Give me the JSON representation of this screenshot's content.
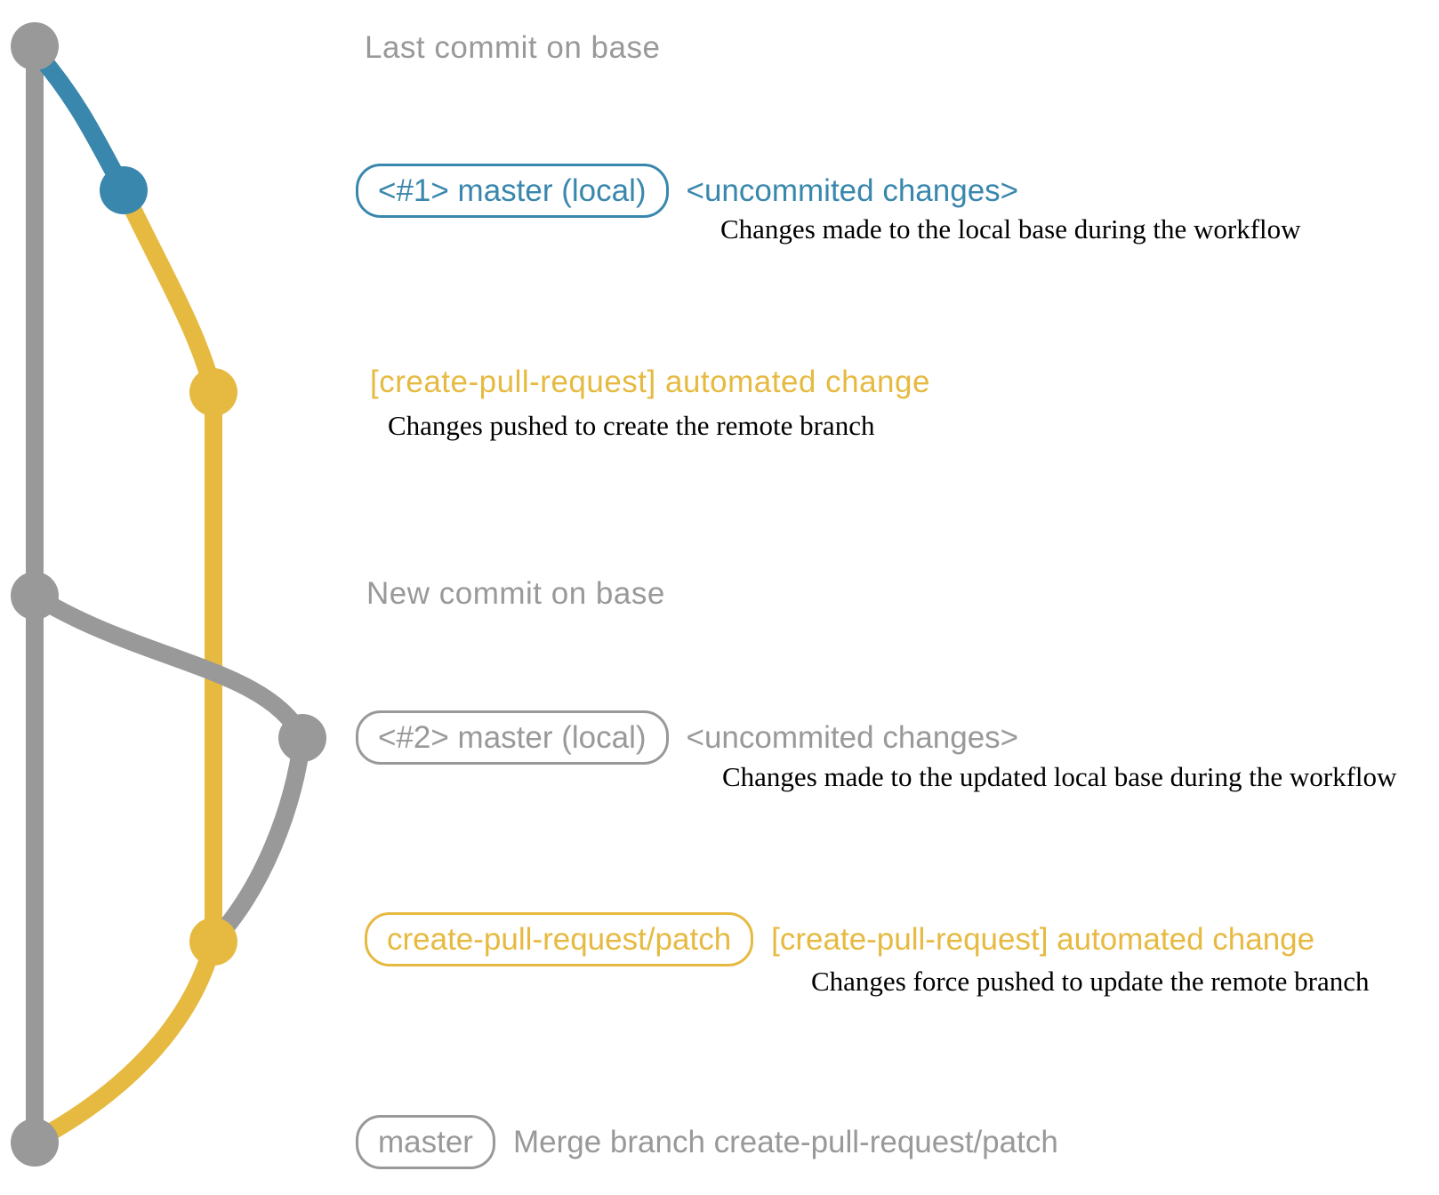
{
  "colors": {
    "base_gray": "#999999",
    "local_blue": "#3a87ad",
    "branch_yellow": "#e6ba41",
    "caption_black": "#000000"
  },
  "graph": {
    "commit_dot_colors_top_to_bottom": [
      "base_gray",
      "local_blue",
      "branch_yellow",
      "base_gray",
      "base_gray",
      "branch_yellow",
      "base_gray"
    ]
  },
  "annotations": {
    "last_commit_note": "Last commit on base",
    "new_commit_note": "New commit on base",
    "row_master_local_1": {
      "badge": "<#1> master (local)",
      "label": "<uncommited changes>",
      "caption": "Changes made to the local base during the workflow"
    },
    "row_push": {
      "label": "[create-pull-request] automated change",
      "caption": "Changes pushed to create the remote branch"
    },
    "row_master_local_2": {
      "badge": "<#2> master (local)",
      "label": "<uncommited changes>",
      "caption": "Changes made to the updated local base during the workflow"
    },
    "row_force_push": {
      "badge": "create-pull-request/patch",
      "label": "[create-pull-request] automated change",
      "caption": "Changes force pushed to update the remote branch"
    },
    "row_merge": {
      "badge": "master",
      "label": "Merge branch create-pull-request/patch"
    }
  }
}
